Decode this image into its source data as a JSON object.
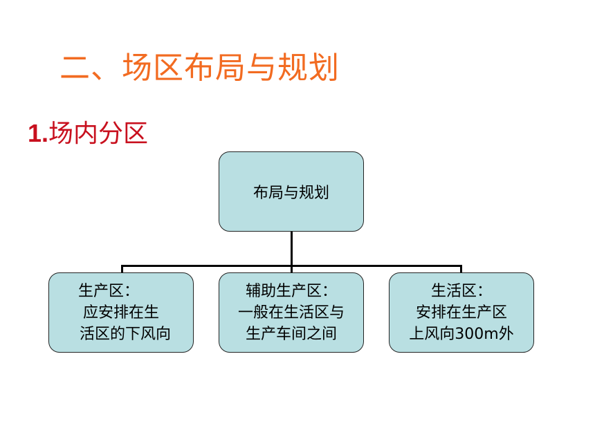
{
  "title": "二、场区布局与规划",
  "subtitle": {
    "number": "1.",
    "text": "场内分区"
  },
  "diagram": {
    "root": {
      "label": "布局与规划"
    },
    "children": [
      {
        "lines": [
          "生产区：",
          "应安排在生",
          "活区的下风向"
        ]
      },
      {
        "lines": [
          "辅助生产区：",
          "一般在生活区与",
          "生产车间之间"
        ]
      },
      {
        "lines": [
          "生活区：",
          "安排在生产区",
          "上风向300m外"
        ]
      }
    ]
  },
  "colors": {
    "title": "#f26b21",
    "subtitle": "#c8101e",
    "box_fill": "#b9dfe2",
    "box_border": "#222222",
    "connector": "#000000"
  }
}
